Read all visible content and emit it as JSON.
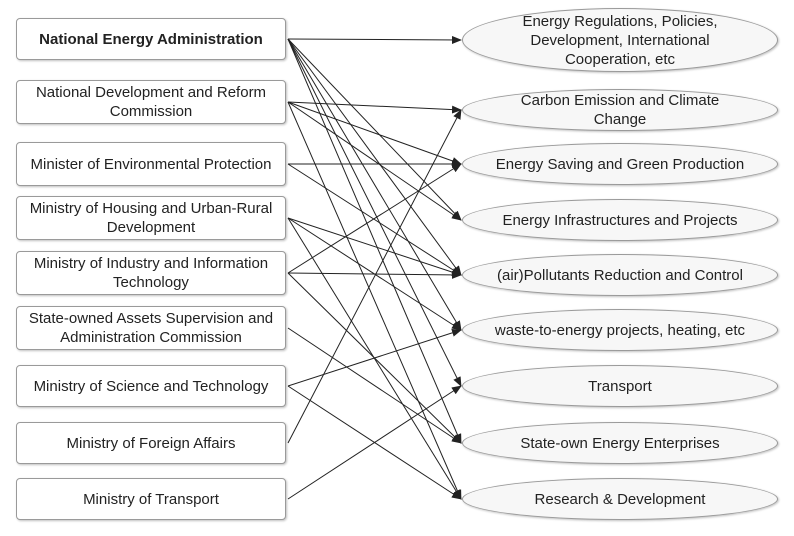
{
  "sources": [
    {
      "id": "nea",
      "label": "National Energy Administration"
    },
    {
      "id": "ndrc",
      "label": "National Development and Reform Commission"
    },
    {
      "id": "mep",
      "label": "Minister of Environmental Protection"
    },
    {
      "id": "mohurd",
      "label": "Ministry of Housing and Urban-Rural Development"
    },
    {
      "id": "miit",
      "label": "Ministry of Industry and Information Technology"
    },
    {
      "id": "sasac",
      "label": "State-owned Assets Supervision and Administration Commission"
    },
    {
      "id": "most",
      "label": "Ministry of Science and Technology"
    },
    {
      "id": "mfa",
      "label": "Ministry of Foreign Affairs"
    },
    {
      "id": "mot",
      "label": "Ministry of Transport"
    }
  ],
  "targets": [
    {
      "id": "policy",
      "label": "Energy Regulations, Policies, Development, International Cooperation, etc"
    },
    {
      "id": "carbon",
      "label": "Carbon Emission and Climate Change"
    },
    {
      "id": "saving",
      "label": "Energy Saving and Green Production"
    },
    {
      "id": "infra",
      "label": "Energy Infrastructures and Projects"
    },
    {
      "id": "pollut",
      "label": "(air)Pollutants Reduction and Control"
    },
    {
      "id": "waste",
      "label": "waste-to-energy projects, heating, etc"
    },
    {
      "id": "transport",
      "label": "Transport"
    },
    {
      "id": "soe",
      "label": "State-own Energy Enterprises"
    },
    {
      "id": "rnd",
      "label": "Research & Development"
    }
  ],
  "edges": [
    [
      "nea",
      "policy"
    ],
    [
      "nea",
      "infra"
    ],
    [
      "nea",
      "pollut"
    ],
    [
      "nea",
      "waste"
    ],
    [
      "nea",
      "transport"
    ],
    [
      "nea",
      "soe"
    ],
    [
      "ndrc",
      "carbon"
    ],
    [
      "ndrc",
      "saving"
    ],
    [
      "ndrc",
      "infra"
    ],
    [
      "ndrc",
      "rnd"
    ],
    [
      "mep",
      "saving"
    ],
    [
      "mep",
      "pollut"
    ],
    [
      "mohurd",
      "pollut"
    ],
    [
      "mohurd",
      "waste"
    ],
    [
      "mohurd",
      "rnd"
    ],
    [
      "miit",
      "saving"
    ],
    [
      "miit",
      "pollut"
    ],
    [
      "miit",
      "soe"
    ],
    [
      "sasac",
      "soe"
    ],
    [
      "most",
      "waste"
    ],
    [
      "most",
      "rnd"
    ],
    [
      "mfa",
      "carbon"
    ],
    [
      "mot",
      "transport"
    ]
  ]
}
